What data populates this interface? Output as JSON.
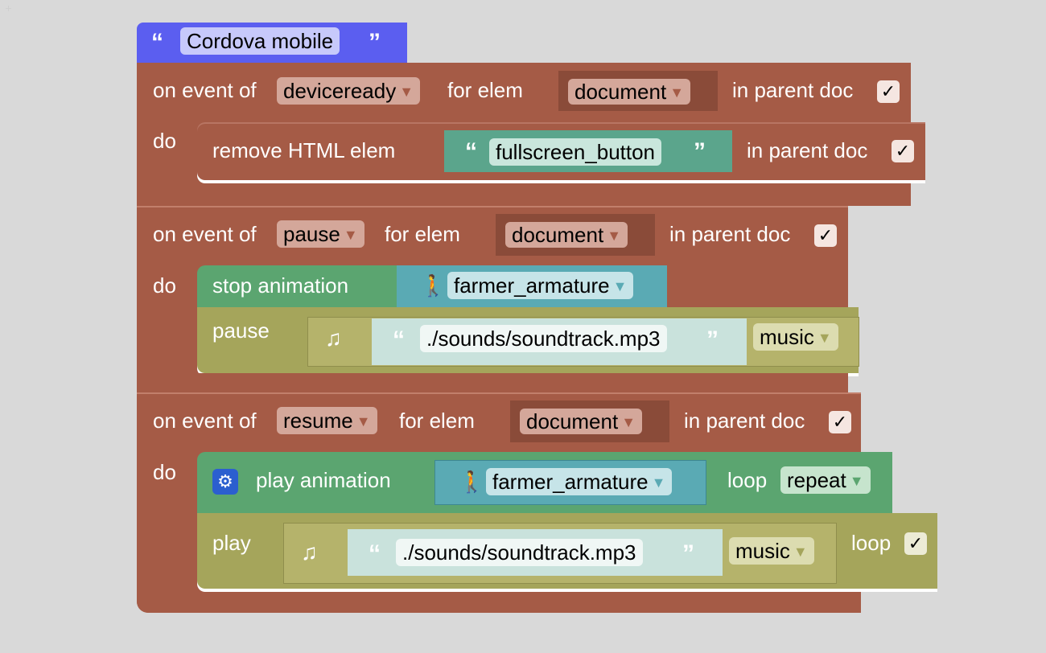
{
  "header": {
    "label": "Cordova mobile"
  },
  "events": [
    {
      "on_event_of": "on event of",
      "event": "deviceready",
      "for_elem": "for elem",
      "elem": "document",
      "in_parent_doc": "in parent doc",
      "do": "do",
      "action_label": "remove HTML elem",
      "action_value": "fullscreen_button",
      "action_in_parent_doc": "in parent doc"
    },
    {
      "on_event_of": "on event of",
      "event": "pause",
      "for_elem": "for elem",
      "elem": "document",
      "in_parent_doc": "in parent doc",
      "do": "do",
      "stop_label": "stop animation",
      "stop_target": "farmer_armature",
      "pause_label": "pause",
      "sound_path": "./sounds/soundtrack.mp3",
      "sound_type": "music"
    },
    {
      "on_event_of": "on event of",
      "event": "resume",
      "for_elem": "for elem",
      "elem": "document",
      "in_parent_doc": "in parent doc",
      "do": "do",
      "play_anim_label": "play animation",
      "play_anim_target": "farmer_armature",
      "loop_label": "loop",
      "loop_mode": "repeat",
      "play_label": "play",
      "sound_path": "./sounds/soundtrack.mp3",
      "sound_type": "music",
      "play_loop_label": "loop"
    }
  ],
  "symbols": {
    "check": "✓",
    "dropdown": "▼",
    "open_quote": "“",
    "close_quote": "”"
  },
  "colors": {
    "event_block": "#a55b46",
    "header_block": "#5b5ef0",
    "html_block": "#5ba58c",
    "animation_block": "#5ba570",
    "object_block": "#5aaab4",
    "sound_block": "#a5a55b"
  }
}
